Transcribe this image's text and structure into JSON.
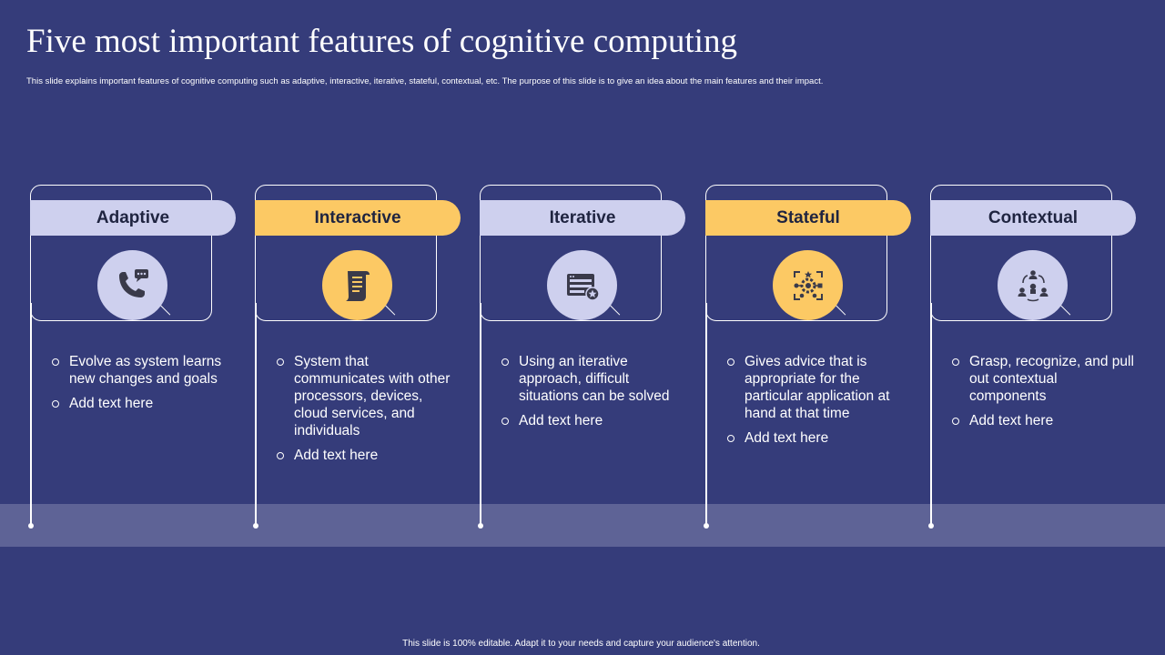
{
  "slide": {
    "title": "Five most important features of cognitive computing",
    "subtitle": "This slide explains important  features of cognitive computing such as adaptive, interactive, iterative, stateful, contextual, etc. The purpose of this slide is to give an idea about the main  features and their impact.",
    "footer": "This slide is 100% editable.  Adapt it to your needs and capture your audience's attention."
  },
  "colors": {
    "background": "#353c7a",
    "band": "#5e6396",
    "lavender": "#ced0ee",
    "gold": "#fcc964",
    "icon_dark": "#3a3a4a"
  },
  "features": [
    {
      "name": "Adaptive",
      "icon": "phone-chat-icon",
      "points": [
        "Evolve as system learns new changes and goals",
        "Add text here"
      ]
    },
    {
      "name": "Interactive",
      "icon": "document-scroll-icon",
      "points": [
        "System that communicates with other processors, devices, cloud services, and individuals",
        "Add text here"
      ]
    },
    {
      "name": "Iterative",
      "icon": "browser-window-star-icon",
      "points": [
        "Using an iterative approach, difficult situations can be solved",
        "Add text here"
      ]
    },
    {
      "name": "Stateful",
      "icon": "network-gear-icon",
      "points": [
        "Gives advice that is appropriate for the particular application at hand at that time",
        "Add text here"
      ]
    },
    {
      "name": "Contextual",
      "icon": "people-cycle-icon",
      "points": [
        "Grasp, recognize, and pull out contextual components",
        "Add text here"
      ]
    }
  ]
}
